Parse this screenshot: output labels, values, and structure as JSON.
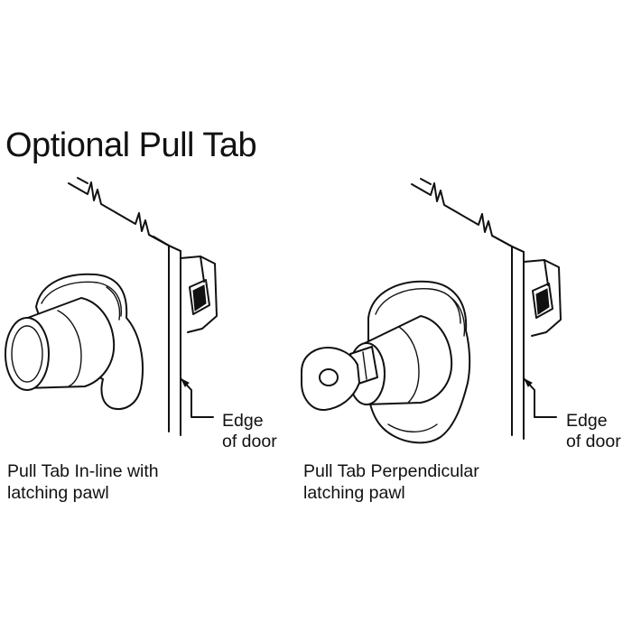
{
  "title": "Optional Pull Tab",
  "left": {
    "caption_line1": "Pull Tab In-line with",
    "caption_line2": "latching pawl",
    "edge_line1": "Edge",
    "edge_line2": "of door"
  },
  "right": {
    "caption_line1": "Pull Tab Perpendicular",
    "caption_line2": "latching pawl",
    "edge_line1": "Edge",
    "edge_line2": "of door"
  },
  "colors": {
    "line": "#111111",
    "background": "#ffffff"
  }
}
